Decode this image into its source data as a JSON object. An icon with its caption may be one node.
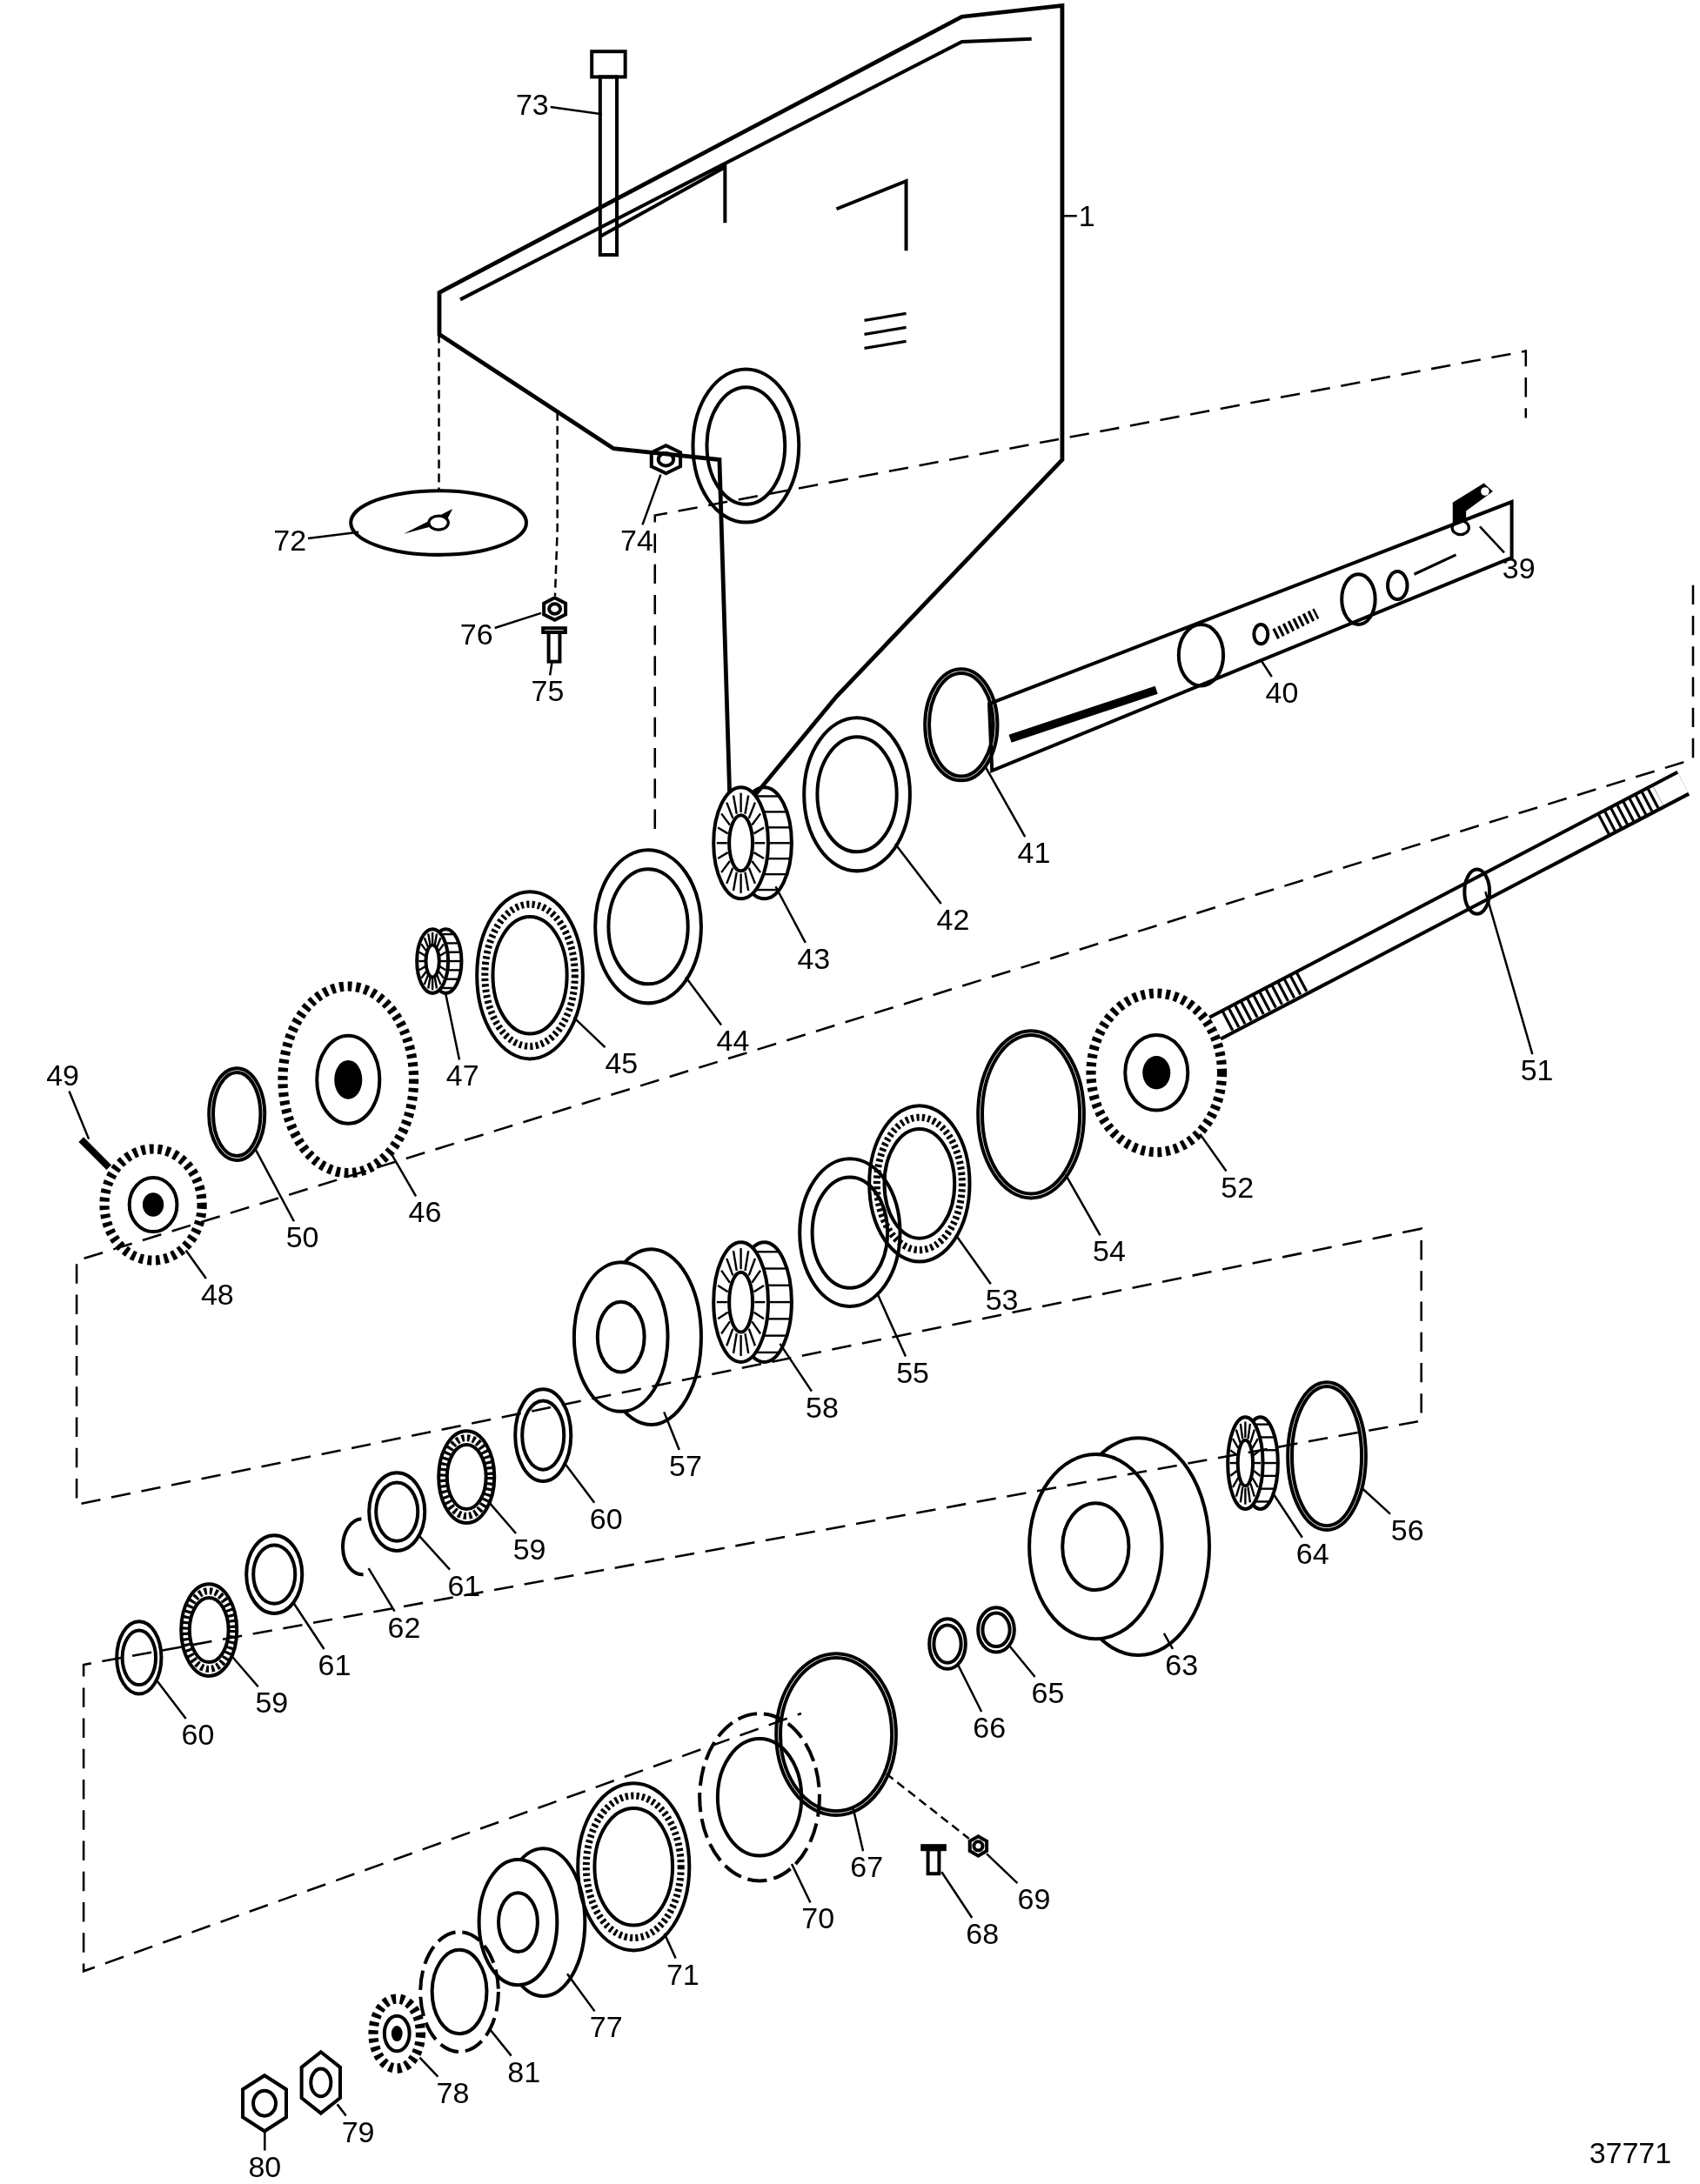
{
  "diagram": {
    "nodes": [
      {
        "text": [
          "1"
        ]
      },
      {
        "text": [],
        "shape": "picture"
      },
      {
        "text": [
          "73"
        ]
      },
      {
        "text": [],
        "shape": "picture"
      },
      {
        "text": [
          "72"
        ]
      },
      {
        "text": [],
        "shape": "picture"
      },
      {
        "text": [
          "74"
        ]
      },
      {
        "text": [],
        "shape": "picture"
      },
      {
        "text": [
          "76"
        ]
      },
      {
        "text": [],
        "shape": "picture"
      },
      {
        "text": [
          "75"
        ]
      },
      {
        "text": [],
        "shape": "picture"
      },
      {
        "text": [
          "39"
        ]
      },
      {
        "text": [],
        "shape": "picture"
      },
      {
        "text": [
          "40"
        ]
      },
      {
        "text": [],
        "shape": "picture"
      },
      {
        "text": [
          "41"
        ]
      },
      {
        "text": [],
        "shape": "picture"
      },
      {
        "text": [
          "42"
        ]
      },
      {
        "text": [],
        "shape": "picture"
      },
      {
        "text": [
          "43"
        ]
      },
      {
        "text": [],
        "shape": "picture"
      },
      {
        "text": [
          "44"
        ]
      },
      {
        "text": [],
        "shape": "picture"
      },
      {
        "text": [
          "45"
        ]
      },
      {
        "text": [],
        "shape": "picture"
      },
      {
        "text": [
          "47"
        ]
      },
      {
        "text": [],
        "shape": "picture"
      },
      {
        "text": [
          "46"
        ]
      },
      {
        "text": [],
        "shape": "picture"
      },
      {
        "text": [
          "49"
        ]
      },
      {
        "text": [],
        "shape": "picture"
      },
      {
        "text": [
          "50"
        ]
      },
      {
        "text": [],
        "shape": "picture"
      },
      {
        "text": [
          "48"
        ]
      },
      {
        "text": [],
        "shape": "picture"
      },
      {
        "text": [
          "51"
        ]
      },
      {
        "text": [],
        "shape": "picture"
      },
      {
        "text": [
          "52"
        ]
      },
      {
        "text": [],
        "shape": "picture"
      },
      {
        "text": [
          "54"
        ]
      },
      {
        "text": [],
        "shape": "picture"
      },
      {
        "text": [
          "53"
        ]
      },
      {
        "text": [],
        "shape": "picture"
      },
      {
        "text": [
          "55"
        ]
      },
      {
        "text": [],
        "shape": "picture"
      },
      {
        "text": [
          "58"
        ]
      },
      {
        "text": [],
        "shape": "picture"
      },
      {
        "text": [
          "57"
        ]
      },
      {
        "text": [],
        "shape": "picture"
      },
      {
        "text": [
          "60"
        ]
      },
      {
        "text": [],
        "shape": "picture"
      },
      {
        "text": [
          "59"
        ]
      },
      {
        "text": [],
        "shape": "picture"
      },
      {
        "text": [
          "61"
        ]
      },
      {
        "text": [],
        "shape": "picture"
      },
      {
        "text": [
          "62"
        ]
      },
      {
        "text": [],
        "shape": "picture"
      },
      {
        "text": [
          "61"
        ]
      },
      {
        "text": [],
        "shape": "picture"
      },
      {
        "text": [
          "59"
        ]
      },
      {
        "text": [],
        "shape": "picture"
      },
      {
        "text": [
          "60"
        ]
      },
      {
        "text": [],
        "shape": "picture"
      },
      {
        "text": [
          "56"
        ]
      },
      {
        "text": [],
        "shape": "picture"
      },
      {
        "text": [
          "64"
        ]
      },
      {
        "text": [],
        "shape": "picture"
      },
      {
        "text": [
          "63"
        ]
      },
      {
        "text": [],
        "shape": "picture"
      },
      {
        "text": [
          "65"
        ]
      },
      {
        "text": [],
        "shape": "picture"
      },
      {
        "text": [
          "66"
        ]
      },
      {
        "text": [],
        "shape": "picture"
      },
      {
        "text": [
          "67"
        ]
      },
      {
        "text": [],
        "shape": "picture"
      },
      {
        "text": [
          "68"
        ]
      },
      {
        "text": [],
        "shape": "picture"
      },
      {
        "text": [
          "69"
        ]
      },
      {
        "text": [],
        "shape": "picture"
      },
      {
        "text": [
          "70"
        ]
      },
      {
        "text": [],
        "shape": "picture"
      },
      {
        "text": [
          "71"
        ]
      },
      {
        "text": [],
        "shape": "picture"
      },
      {
        "text": [
          "77"
        ]
      },
      {
        "text": [],
        "shape": "picture"
      },
      {
        "text": [
          "81"
        ]
      },
      {
        "text": [],
        "shape": "picture"
      },
      {
        "text": [
          "78"
        ]
      },
      {
        "text": [],
        "shape": "picture"
      },
      {
        "text": [
          "79"
        ]
      },
      {
        "text": [],
        "shape": "picture"
      },
      {
        "text": [
          "80"
        ]
      },
      {
        "text": [],
        "shape": "picture"
      }
    ],
    "edges": [
      {
        "from": 0,
        "to": 1,
        "arrow": "none"
      },
      {
        "from": 2,
        "to": 3,
        "arrow": "none"
      },
      {
        "from": 4,
        "to": 5,
        "arrow": "none"
      },
      {
        "from": 6,
        "to": 7,
        "arrow": "none"
      },
      {
        "from": 8,
        "to": 9,
        "arrow": "none"
      },
      {
        "from": 10,
        "to": 11,
        "arrow": "none"
      },
      {
        "from": 12,
        "to": 13,
        "arrow": "none"
      },
      {
        "from": 14,
        "to": 15,
        "arrow": "none"
      },
      {
        "from": 16,
        "to": 17,
        "arrow": "none"
      },
      {
        "from": 18,
        "to": 19,
        "arrow": "none"
      },
      {
        "from": 20,
        "to": 21,
        "arrow": "none"
      },
      {
        "from": 22,
        "to": 23,
        "arrow": "none"
      },
      {
        "from": 24,
        "to": 25,
        "arrow": "none"
      },
      {
        "from": 26,
        "to": 27,
        "arrow": "none"
      },
      {
        "from": 28,
        "to": 29,
        "arrow": "none"
      },
      {
        "from": 30,
        "to": 31,
        "arrow": "none"
      },
      {
        "from": 32,
        "to": 33,
        "arrow": "none"
      },
      {
        "from": 34,
        "to": 35,
        "arrow": "none"
      },
      {
        "from": 36,
        "to": 37,
        "arrow": "none"
      },
      {
        "from": 38,
        "to": 39,
        "arrow": "none"
      },
      {
        "from": 40,
        "to": 41,
        "arrow": "none"
      },
      {
        "from": 42,
        "to": 43,
        "arrow": "none"
      },
      {
        "from": 44,
        "to": 45,
        "arrow": "none"
      },
      {
        "from": 46,
        "to": 47,
        "arrow": "none"
      },
      {
        "from": 48,
        "to": 49,
        "arrow": "none"
      },
      {
        "from": 50,
        "to": 51,
        "arrow": "none"
      },
      {
        "from": 52,
        "to": 53,
        "arrow": "none"
      },
      {
        "from": 54,
        "to": 55,
        "arrow": "none"
      },
      {
        "from": 56,
        "to": 57,
        "arrow": "none"
      },
      {
        "from": 58,
        "to": 59,
        "arrow": "none"
      },
      {
        "from": 60,
        "to": 61,
        "arrow": "none"
      },
      {
        "from": 62,
        "to": 63,
        "arrow": "none"
      },
      {
        "from": 64,
        "to": 65,
        "arrow": "none"
      },
      {
        "from": 66,
        "to": 67,
        "arrow": "none"
      },
      {
        "from": 68,
        "to": 69,
        "arrow": "none"
      },
      {
        "from": 70,
        "to": 71,
        "arrow": "none"
      },
      {
        "from": 72,
        "to": 73,
        "arrow": "none"
      },
      {
        "from": 74,
        "to": 75,
        "arrow": "none"
      },
      {
        "from": 76,
        "to": 77,
        "arrow": "none"
      },
      {
        "from": 78,
        "to": 79,
        "arrow": "none"
      },
      {
        "from": 80,
        "to": 81,
        "arrow": "none"
      },
      {
        "from": 82,
        "to": 83,
        "arrow": "none"
      },
      {
        "from": 84,
        "to": 85,
        "arrow": "none"
      },
      {
        "from": 86,
        "to": 87,
        "arrow": "none"
      },
      {
        "from": 88,
        "to": 89,
        "arrow": "none"
      },
      {
        "from": 90,
        "to": 91,
        "arrow": "none"
      },
      {
        "from": 92,
        "to": 93,
        "arrow": "none"
      },
      {
        "from": 1,
        "to": 5,
        "arrow": "none",
        "style": "dashed"
      },
      {
        "from": 1,
        "to": 9,
        "arrow": "none",
        "style": "dashed"
      },
      {
        "from": 75,
        "to": 79,
        "arrow": "none",
        "style": "dashed"
      }
    ],
    "labels": [
      "37771"
    ]
  }
}
